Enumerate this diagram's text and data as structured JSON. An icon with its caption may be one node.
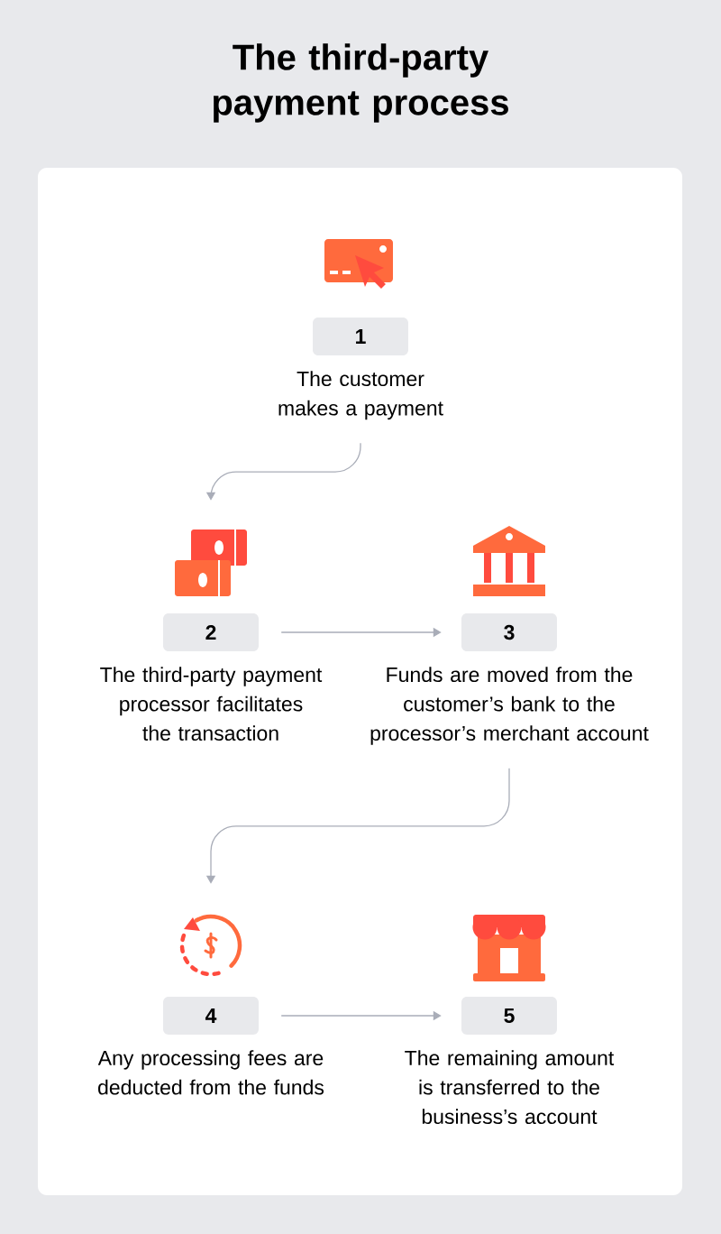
{
  "diagram": {
    "title": "The third-party payment process",
    "nodes": [
      {
        "text": [
          "1"
        ],
        "beside": [
          "The customer makes a payment"
        ]
      },
      {
        "text": [
          "2"
        ],
        "beside": [
          "The third-party payment processor facilitates the transaction"
        ]
      },
      {
        "text": [
          "3"
        ],
        "beside": [
          "Funds are moved from the customer’s bank to the processor’s merchant account"
        ]
      },
      {
        "text": [
          "4"
        ],
        "beside": [
          "Any processing fees are deducted from the funds"
        ]
      },
      {
        "text": [
          "5"
        ],
        "beside": [
          "The remaining amount is transferred to the business’s account"
        ]
      }
    ],
    "edges": [
      {
        "from": 0,
        "to": 1,
        "arrow": "to"
      },
      {
        "from": 1,
        "to": 2,
        "arrow": "to"
      },
      {
        "from": 2,
        "to": 3,
        "arrow": "to"
      },
      {
        "from": 3,
        "to": 4,
        "arrow": "to"
      }
    ]
  }
}
